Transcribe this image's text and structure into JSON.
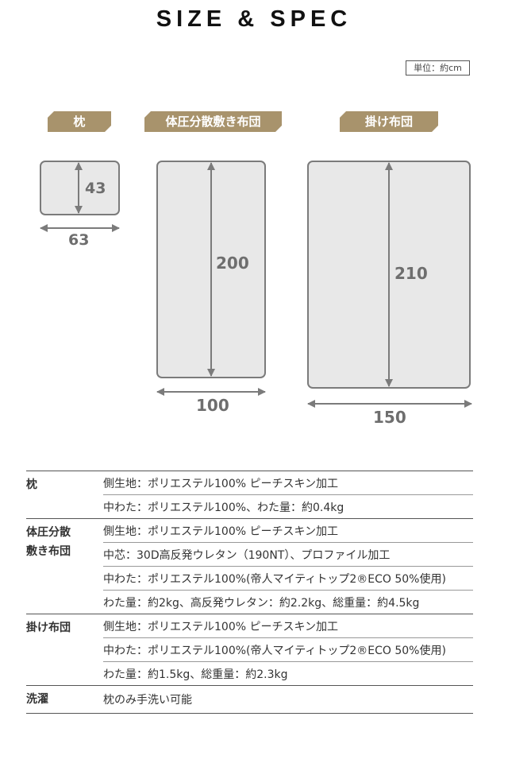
{
  "header": {
    "title": "SIZE & SPEC",
    "unit_label": "単位：約cm"
  },
  "colors": {
    "badge_bg": "#a8936c",
    "shape_fill": "#e8e8e8",
    "shape_stroke": "#7b7b7b",
    "dimension_text": "#6e6e6e"
  },
  "diagrams": [
    {
      "label": "枕",
      "height": "43",
      "width": "63"
    },
    {
      "label": "体圧分散敷き布団",
      "height": "200",
      "width": "100"
    },
    {
      "label": "掛け布団",
      "height": "210",
      "width": "150"
    }
  ],
  "spec_table": {
    "rows": [
      {
        "category": "枕",
        "values": [
          "側生地：ポリエステル100%  ピーチスキン加工",
          "中わた：ポリエステル100%、わた量：約0.4kg"
        ]
      },
      {
        "category": "体圧分散\n敷き布団",
        "category_lines": [
          "体圧分散",
          "敷き布団"
        ],
        "values": [
          "側生地：ポリエステル100%  ピーチスキン加工",
          "中芯：30D高反発ウレタン（190NT）、プロファイル加工",
          "中わた：ポリエステル100%(帝人マイティトップ2®ECO 50%使用)",
          "わた量：約2kg、高反発ウレタン：約2.2kg、総重量：約4.5kg"
        ]
      },
      {
        "category": "掛け布団",
        "values": [
          "側生地：ポリエステル100%  ピーチスキン加工",
          "中わた：ポリエステル100%(帝人マイティトップ2®ECO 50%使用)",
          "わた量：約1.5kg、総重量：約2.3kg"
        ]
      },
      {
        "category": "洗濯",
        "values": [
          "枕のみ手洗い可能"
        ]
      }
    ]
  }
}
